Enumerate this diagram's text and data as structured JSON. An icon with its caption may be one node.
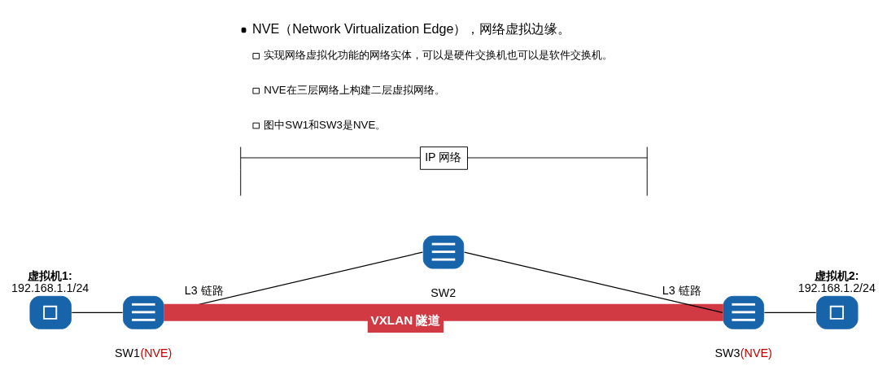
{
  "diagram": {
    "title": "NVE（Network Virtualization Edge），网络虚拟边缘。",
    "nodes": [
      {
        "text": [
          "IP 网络"
        ]
      },
      {
        "text": [
          "虚拟机1:",
          "192.168.1.1/24"
        ]
      },
      {
        "text": [
          "SW1",
          "(NVE)"
        ]
      },
      {
        "text": [
          "SW2"
        ]
      },
      {
        "text": [
          "SW3",
          "(NVE)"
        ]
      },
      {
        "text": [
          "虚拟机2:",
          "192.168.1.2/24"
        ]
      }
    ],
    "edges": [
      {
        "from": 1,
        "to": 2,
        "arrow": "none"
      },
      {
        "from": 2,
        "to": 3,
        "arrow": "none",
        "label": "L3 链路"
      },
      {
        "from": 3,
        "to": 4,
        "arrow": "none",
        "label": "L3 链路"
      },
      {
        "from": 4,
        "to": 5,
        "arrow": "none"
      },
      {
        "from": 2,
        "to": 4,
        "arrow": "none",
        "label": "VXLAN 隧道",
        "style": "thick",
        "color": "#d13a43"
      }
    ],
    "labels": [
      "实现网络虚拟化功能的网络实体，可以是硬件交换机也可以是软件交换机。",
      "NVE在三层网络上构建二层虚拟网络。",
      "图中SW1和SW3是NVE。"
    ]
  }
}
